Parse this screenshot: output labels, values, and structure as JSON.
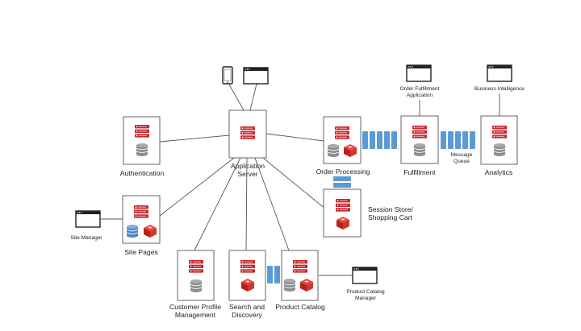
{
  "nodes": {
    "authentication": "Authentication",
    "app_server_line1": "Application",
    "app_server_line2": "Server",
    "order_processing": "Order Processing",
    "fulfillment": "Fulfillment",
    "analytics": "Analytics",
    "session_store_line1": "Session Store/",
    "session_store_line2": "Shopping Cart",
    "site_pages": "Site Pages",
    "customer_profile_line1": "Customer Profile",
    "customer_profile_line2": "Management",
    "search_line1": "Search and",
    "search_line2": "Discovery",
    "product_catalog": "Product Catalog"
  },
  "clients": {
    "order_fulfillment_app_line1": "Order Fulfillment",
    "order_fulfillment_app_line2": "Application",
    "business_intelligence": "Business Intelligence",
    "site_manager": "Site Manager",
    "product_catalog_manager_line1": "Product Catalog",
    "product_catalog_manager_line2": "Manager"
  },
  "queues": {
    "message_queue_line1": "Message",
    "message_queue_line2": "Queue"
  },
  "icons": {
    "server": "server-icon",
    "database": "database-icon",
    "cache": "redis-cache-icon",
    "blue_database": "blue-database-icon",
    "queue": "message-queue-icon",
    "browser": "browser-window-icon",
    "phone": "mobile-phone-icon"
  },
  "colors": {
    "server_red": "#c8262c",
    "database_gray": "#8d8d8d",
    "queue_blue": "#5b9bd5",
    "line": "#555555",
    "box_border": "#555555"
  }
}
